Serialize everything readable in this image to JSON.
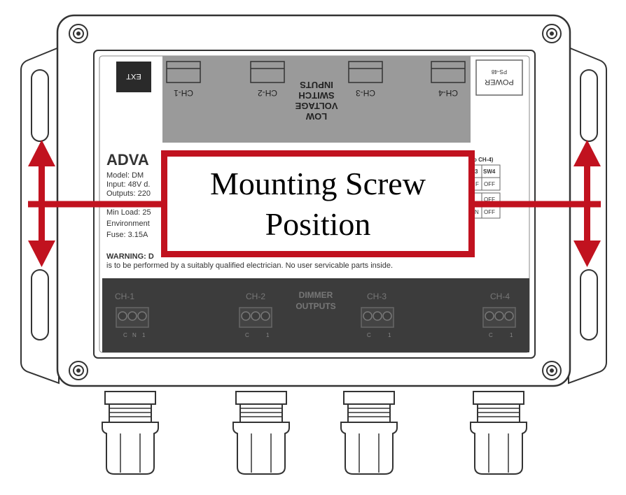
{
  "device": {
    "ext_label": "EXT",
    "power_label": "POWER",
    "power_model": "PS-48",
    "input_channels": [
      "CH-1",
      "CH-2",
      "CH-3",
      "CH-4"
    ],
    "input_title": [
      "LOW",
      "VOLTAGE",
      "SWITCH",
      "INPUTS"
    ],
    "brand_fragment": "ADVA",
    "spec_lines": [
      "Model: DM",
      "Input: 48V d.",
      "Outputs: 220",
      "Min Load: 25",
      "Environment",
      "Fuse: 3.15A"
    ],
    "warning_line1": "WARNING: D",
    "warning_line2": "is to be performed by a suitably qualified electrician. No user servicable parts inside.",
    "switch_table": {
      "header_fragment": "o CH-4)",
      "col3": "3",
      "col4": "SW4",
      "rows": [
        [
          "F",
          "OFF"
        ],
        [
          "",
          "OFF"
        ],
        [
          "N",
          "OFF"
        ]
      ]
    },
    "output_title": [
      "DIMMER",
      "OUTPUTS"
    ],
    "output_channels": [
      "CH-1",
      "CH-2",
      "CH-3",
      "CH-4"
    ],
    "output_terminals": [
      [
        "C",
        "N",
        "1"
      ],
      [
        "C",
        "1"
      ],
      [
        "C",
        "1"
      ],
      [
        "C",
        "1"
      ]
    ]
  },
  "callout": {
    "line1": "Mounting Screw",
    "line2": "Position"
  },
  "colors": {
    "accent_red": "#c1121f",
    "input_panel": "#9a9a9a",
    "output_panel": "#3c3c3c",
    "outline": "#333333"
  }
}
